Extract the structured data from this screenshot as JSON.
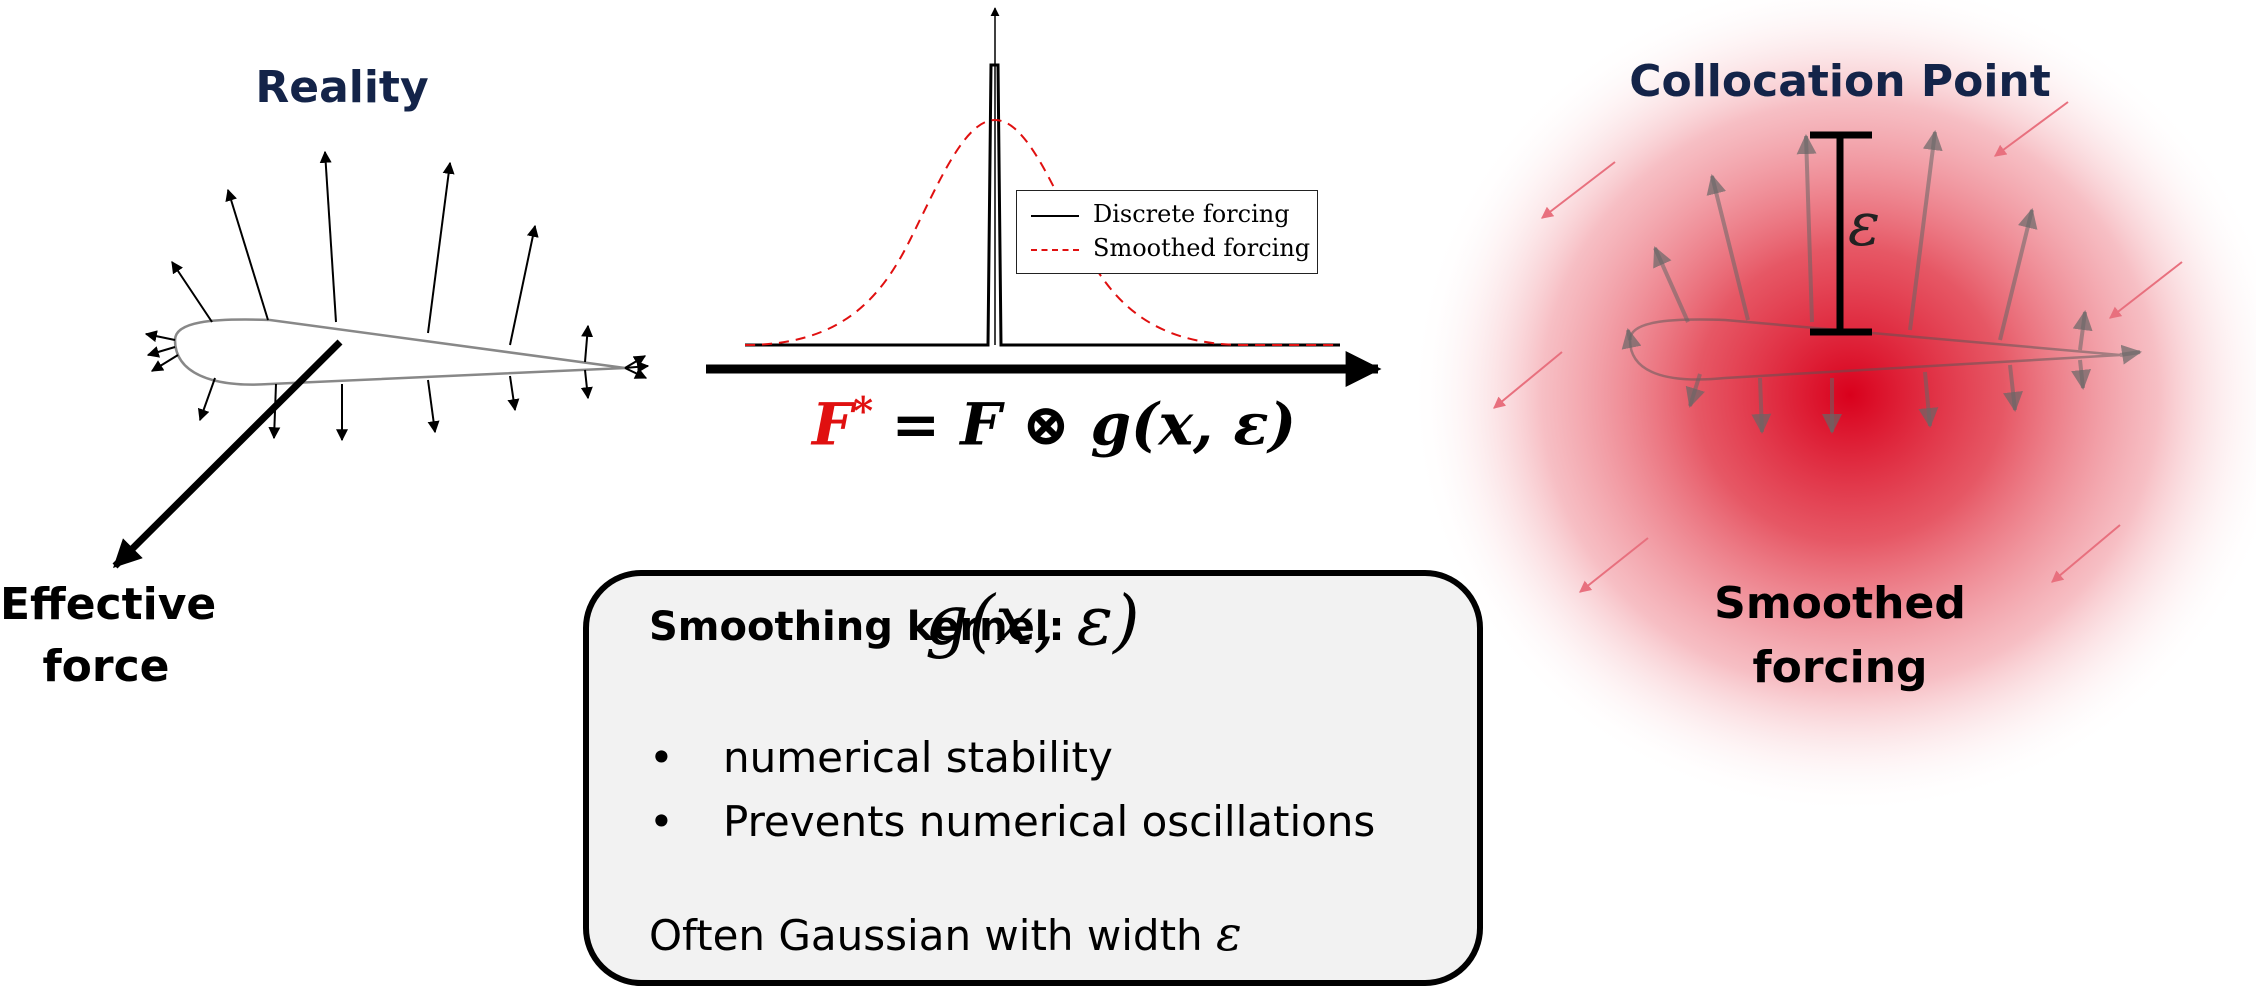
{
  "labels": {
    "reality": "Reality",
    "effective_force": [
      "Effective",
      "force"
    ],
    "collocation_point": "Collocation Point",
    "smoothed_forcing": [
      "Smoothed",
      "forcing"
    ]
  },
  "legend": {
    "discrete": "Discrete forcing",
    "smoothed": "Smoothed forcing"
  },
  "equation": {
    "lhs": "F",
    "lhs_sup": "*",
    "rhs": "= F ⊗ g(x, ε)"
  },
  "kernel_box": {
    "title": "Smoothing kernel:",
    "formula": "g(x, ε)",
    "bullet_char": "•",
    "bullets": [
      "numerical stability",
      "Prevents numerical oscillations"
    ],
    "footer": "Often Gaussian with width",
    "footer_symbol": "ε"
  },
  "epsilon_label": "ε",
  "colors": {
    "navy": "#142449",
    "equation_red": "#e01010",
    "glow_center": "#d9001c",
    "wind_arrow": "#e8707e",
    "dashed_curve": "#e01010"
  }
}
